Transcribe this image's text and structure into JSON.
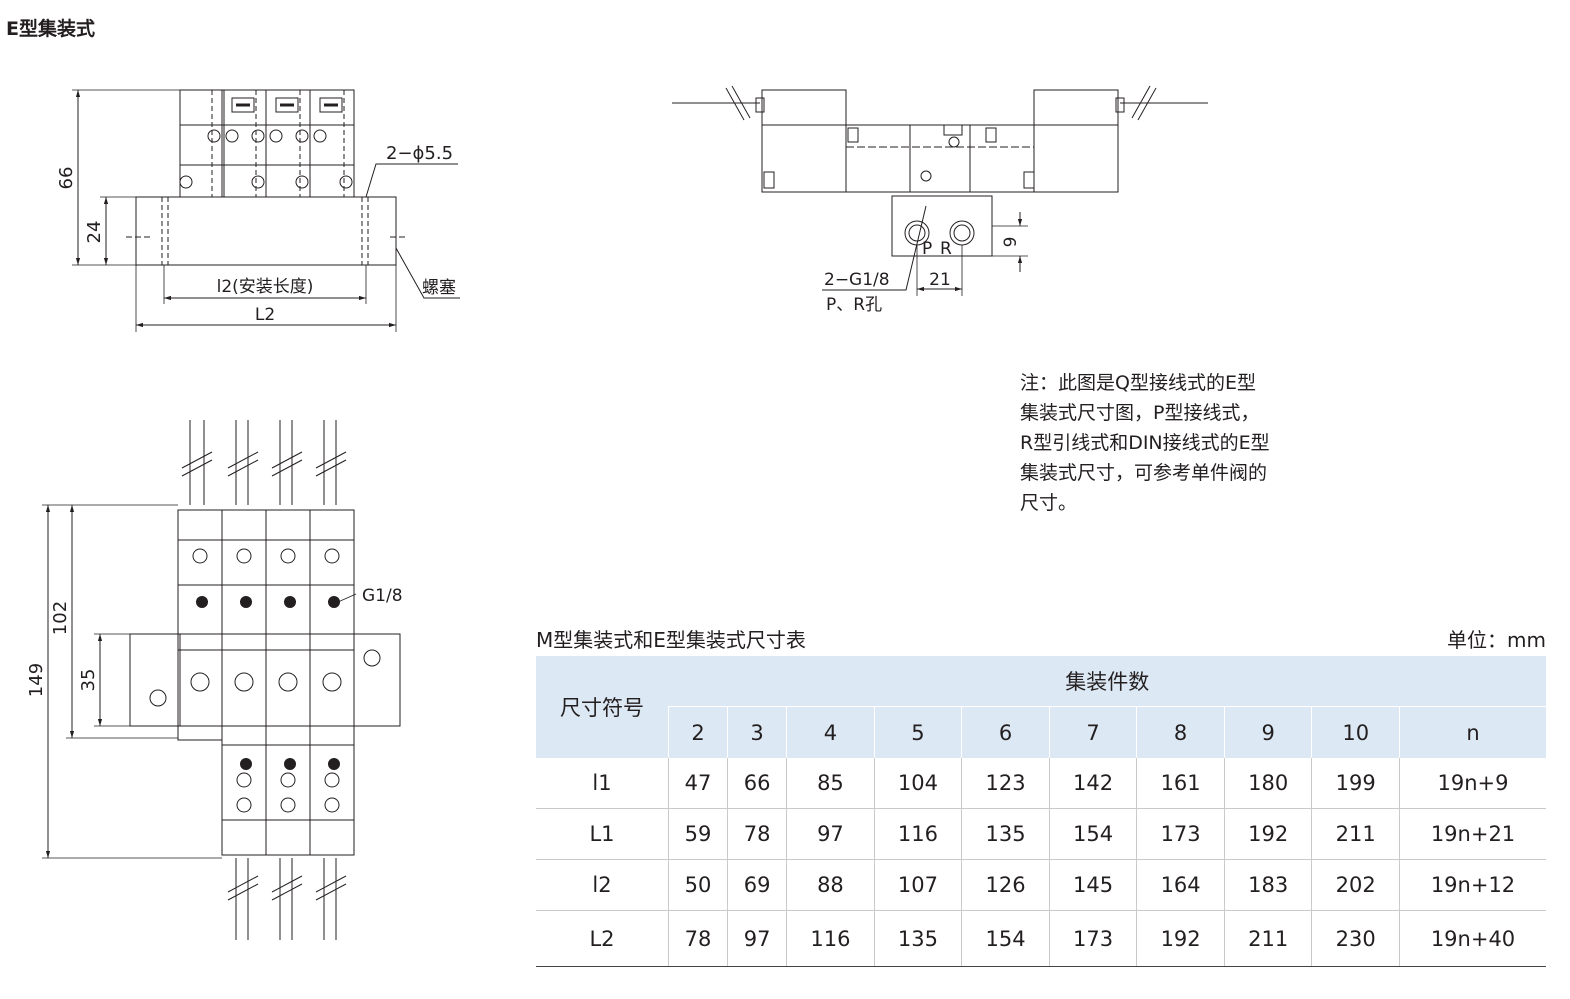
{
  "page_title": "E型集装式",
  "drawing_front": {
    "dim_height_total": "66",
    "dim_height_base": "24",
    "dim_hole": "2−ϕ5.5",
    "dim_install_length": "l2(安装长度)",
    "dim_total_length": "L2",
    "label_plug": "螺塞"
  },
  "drawing_side": {
    "label_p": "P",
    "label_r": "R",
    "dim_port": "2−G1/8",
    "dim_port_desc": "P、R孔",
    "dim_spacing": "21",
    "dim_offset": "9"
  },
  "drawing_top": {
    "dim_overall": "149",
    "dim_body": "102",
    "dim_base": "35",
    "label_port": "G1/8"
  },
  "note": {
    "lines": [
      "注：此图是Q型接线式的E型",
      "集装式尺寸图，P型接线式，",
      "R型引线式和DIN接线式的E型",
      "集装式尺寸，可参考单件阀的",
      "尺寸。"
    ]
  },
  "table": {
    "title": "M型集装式和E型集装式尺寸表",
    "unit": "单位：mm",
    "symbol_header": "尺寸符号",
    "group_header": "集装件数",
    "columns": [
      "2",
      "3",
      "4",
      "5",
      "6",
      "7",
      "8",
      "9",
      "10",
      "n"
    ],
    "rows": [
      {
        "symbol": "l1",
        "values": [
          "47",
          "66",
          "85",
          "104",
          "123",
          "142",
          "161",
          "180",
          "199",
          "19n+9"
        ]
      },
      {
        "symbol": "L1",
        "values": [
          "59",
          "78",
          "97",
          "116",
          "135",
          "154",
          "173",
          "192",
          "211",
          "19n+21"
        ]
      },
      {
        "symbol": "l2",
        "values": [
          "50",
          "69",
          "88",
          "107",
          "126",
          "145",
          "164",
          "183",
          "202",
          "19n+12"
        ]
      },
      {
        "symbol": "L2",
        "values": [
          "78",
          "97",
          "116",
          "135",
          "154",
          "173",
          "192",
          "211",
          "230",
          "19n+40"
        ]
      }
    ]
  }
}
